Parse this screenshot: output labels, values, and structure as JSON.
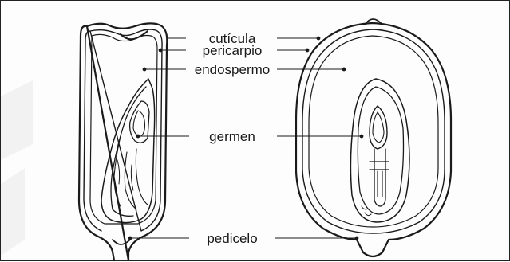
{
  "labels": {
    "cuticle": "cutícula",
    "pericarp": "pericarpio",
    "endosperm": "endospermo",
    "germ": "germen",
    "pedicel": "pedicelo"
  },
  "colors": {
    "ink": "#1a1a1a",
    "background": "#ffffff"
  }
}
